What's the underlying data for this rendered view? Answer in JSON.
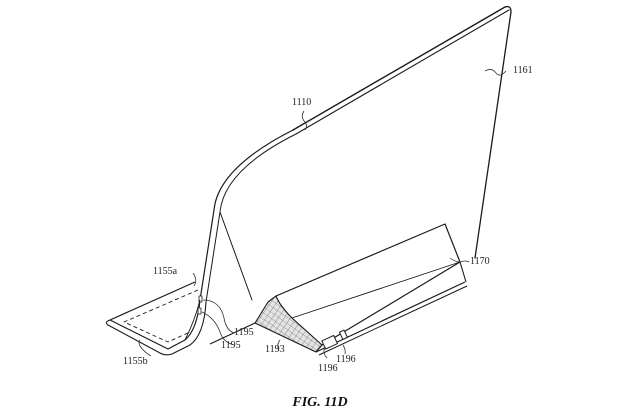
{
  "figure": {
    "caption": "FIG. 11D",
    "labels": {
      "display_frame": "1110",
      "display_rear_surface": "1161",
      "base_stand": "1170",
      "foot_inner": "1155a",
      "foot_outer": "1155b",
      "hinge_upper": "1195",
      "hinge_lower": "1195",
      "mesh_vent": "1193",
      "port_left": "1196",
      "port_right": "1196"
    },
    "colors": {
      "line": "#1a1a1a",
      "background": "#ffffff",
      "mesh": "#bdbdbd"
    }
  }
}
